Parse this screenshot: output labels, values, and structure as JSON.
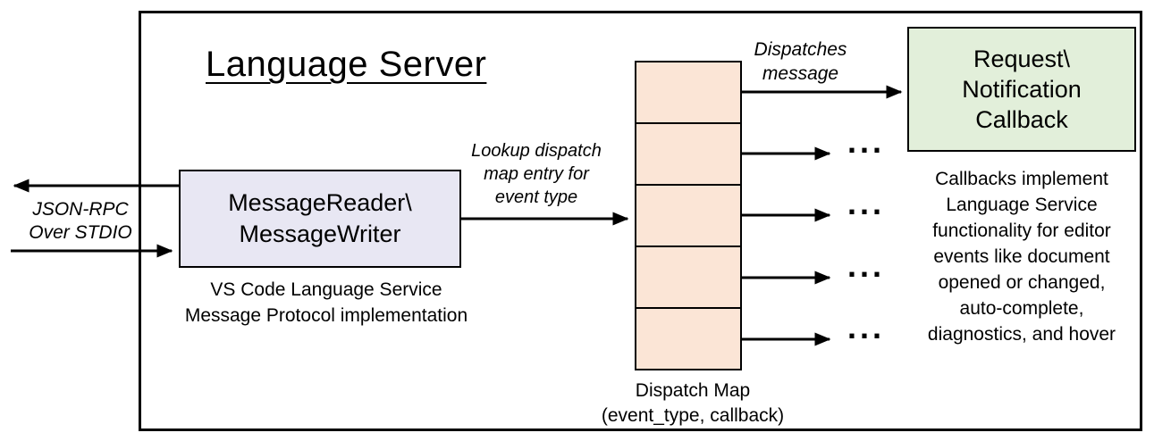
{
  "title": "Language Server",
  "colors": {
    "message-box-fill": "#e8e7f3",
    "dispatch-cell-fill": "#fbe5d6",
    "callback-box-fill": "#e2efda",
    "border": "#000000"
  },
  "left_io": {
    "lines": [
      "JSON-RPC",
      "Over STDIO"
    ]
  },
  "message_box": {
    "lines": [
      "MessageReader\\",
      "MessageWriter"
    ],
    "caption": [
      "VS Code Language Service",
      "Message Protocol implementation"
    ]
  },
  "lookup_label": {
    "lines": [
      "Lookup dispatch",
      "map entry for",
      "event type"
    ]
  },
  "dispatches_label": {
    "lines": [
      "Dispatches",
      "message"
    ]
  },
  "callback_box": {
    "lines": [
      "Request\\",
      "Notification",
      "Callback"
    ]
  },
  "callbacks_note": {
    "lines": [
      "Callbacks implement",
      "Language Service",
      "functionality for editor",
      "events like document",
      "opened or changed,",
      "auto-complete,",
      "diagnostics, and hover"
    ]
  },
  "dispatch_map": {
    "cell_count": 5,
    "caption": [
      "Dispatch Map",
      "(event_type, callback)"
    ]
  },
  "ellipsis": "..."
}
